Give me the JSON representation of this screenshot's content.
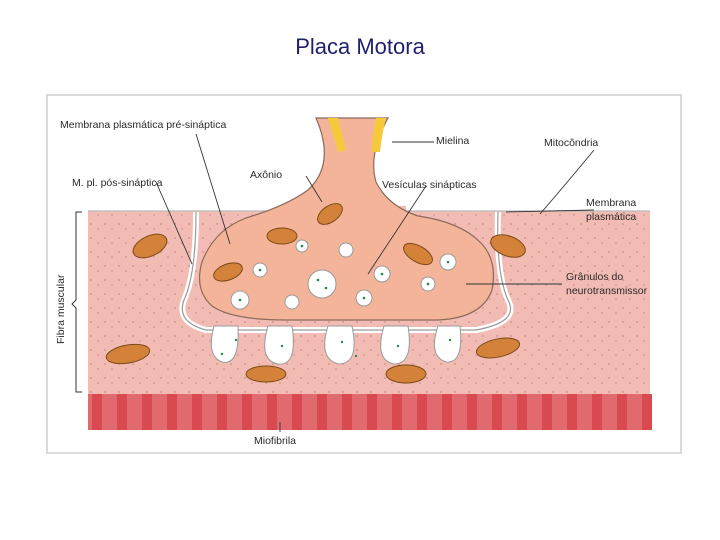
{
  "slide": {
    "title": "Placa Motora"
  },
  "labels": {
    "membrana_pre": "Membrana plasmática pré-sináptica",
    "mielina": "Mielina",
    "mitocondria": "Mitocôndria",
    "axonio": "Axônio",
    "m_pos": "M. pl. pós-sináptica",
    "vesiculas": "Vesículas sinápticas",
    "membrana_plasmatica_1": "Membrana",
    "membrana_plasmatica_2": "plasmática",
    "granulos_1": "Grânulos do",
    "granulos_2": "neurotransmissor",
    "fibra_muscular": "Fibra muscular",
    "miofibrila": "Miofibrila"
  },
  "colors": {
    "muscle": "#f2bcb4",
    "axon": "#f4b49a",
    "myelin": "#f6c93a",
    "mito": "#d4813a",
    "myofibril": "#d84a50",
    "vesicle_dot": "#1f8a4a"
  }
}
